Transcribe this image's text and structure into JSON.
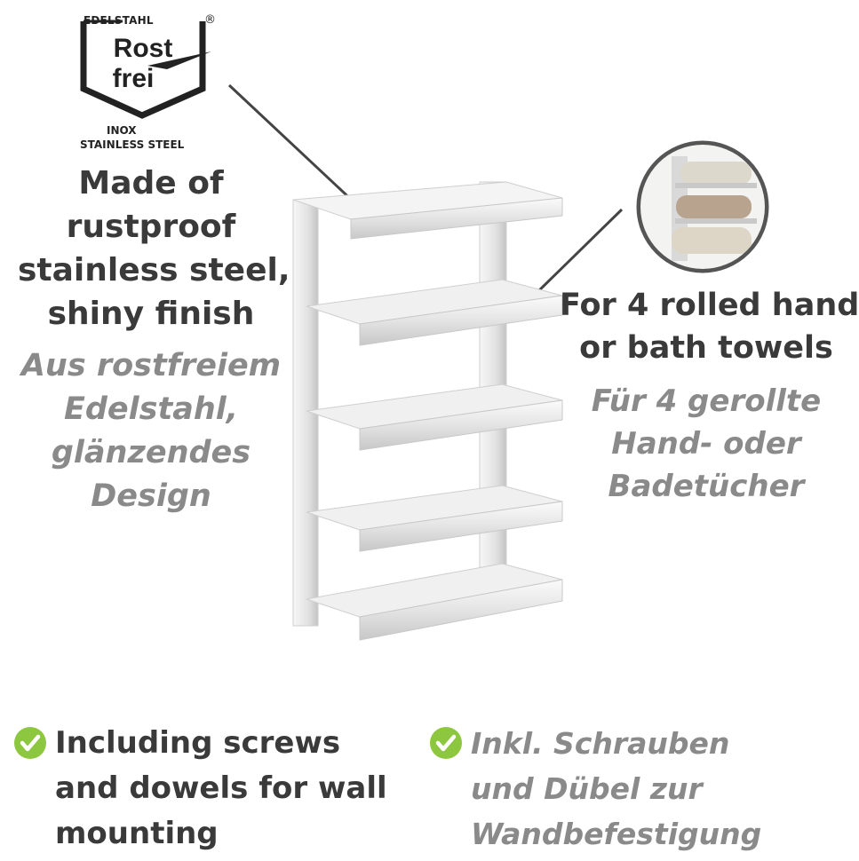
{
  "logo": {
    "top_text": "EDELSTAHL",
    "registered_mark": "®",
    "brand_line1": "Rost",
    "brand_line2": "frei",
    "inox": "INOX",
    "stainless": "STAINLESS STEEL"
  },
  "left_feature": {
    "en_lines": [
      "Made of",
      "rustproof",
      "stainless steel,",
      "shiny finish"
    ],
    "de_lines": [
      "Aus rostfreiem",
      "Edelstahl,",
      "glänzendes",
      "Design"
    ]
  },
  "right_feature": {
    "en_lines": [
      "For 4 rolled hand",
      "or bath towels"
    ],
    "de_lines": [
      "Für 4 gerollte",
      "Hand- oder",
      "Badetücher"
    ]
  },
  "bullets": {
    "en_lines": [
      "Including screws",
      "and dowels for wall",
      "mounting"
    ],
    "de_lines": [
      "Inkl. Schrauben",
      "und Dübel zur",
      "Wandbefestigung"
    ]
  },
  "colors": {
    "check_green": "#8dc63f",
    "text_dark": "#3a3a3a",
    "text_grey": "#8a8a8a",
    "metal_light": "#f2f2f2",
    "metal_shadow": "#c9c9c9"
  }
}
